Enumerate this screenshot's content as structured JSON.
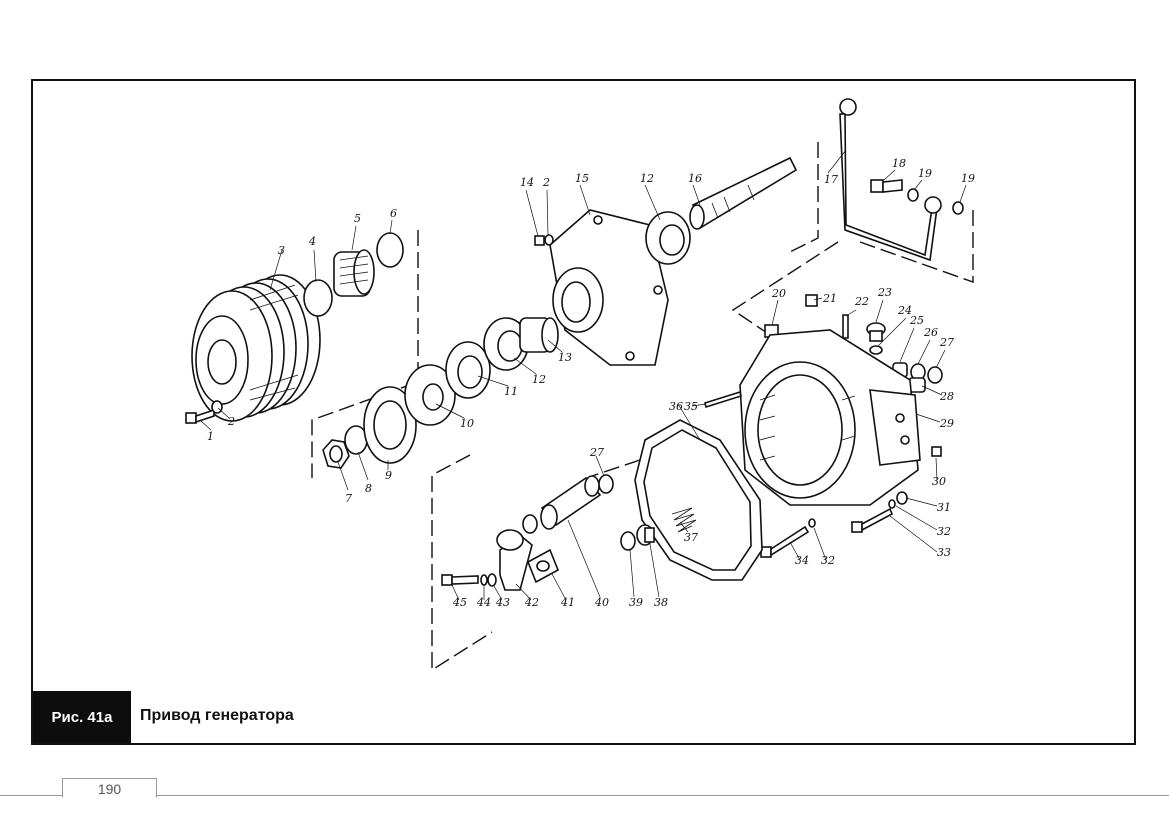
{
  "figure": {
    "label": "Рис. 41а",
    "title": "Привод генератора"
  },
  "page_number": "190",
  "callouts": [
    {
      "n": "1"
    },
    {
      "n": "2"
    },
    {
      "n": "3"
    },
    {
      "n": "4"
    },
    {
      "n": "5"
    },
    {
      "n": "6"
    },
    {
      "n": "7"
    },
    {
      "n": "8"
    },
    {
      "n": "9"
    },
    {
      "n": "10"
    },
    {
      "n": "11"
    },
    {
      "n": "12"
    },
    {
      "n": "13"
    },
    {
      "n": "14"
    },
    {
      "n": "2"
    },
    {
      "n": "15"
    },
    {
      "n": "12"
    },
    {
      "n": "16"
    },
    {
      "n": "17"
    },
    {
      "n": "18"
    },
    {
      "n": "19"
    },
    {
      "n": "19"
    },
    {
      "n": "20"
    },
    {
      "n": "21"
    },
    {
      "n": "22"
    },
    {
      "n": "23"
    },
    {
      "n": "24"
    },
    {
      "n": "25"
    },
    {
      "n": "26"
    },
    {
      "n": "27"
    },
    {
      "n": "28"
    },
    {
      "n": "29"
    },
    {
      "n": "30"
    },
    {
      "n": "31"
    },
    {
      "n": "32"
    },
    {
      "n": "33"
    },
    {
      "n": "34"
    },
    {
      "n": "32"
    },
    {
      "n": "35"
    },
    {
      "n": "36"
    },
    {
      "n": "37"
    },
    {
      "n": "27"
    },
    {
      "n": "38"
    },
    {
      "n": "39"
    },
    {
      "n": "40"
    },
    {
      "n": "41"
    },
    {
      "n": "42"
    },
    {
      "n": "43"
    },
    {
      "n": "44"
    },
    {
      "n": "45"
    }
  ]
}
